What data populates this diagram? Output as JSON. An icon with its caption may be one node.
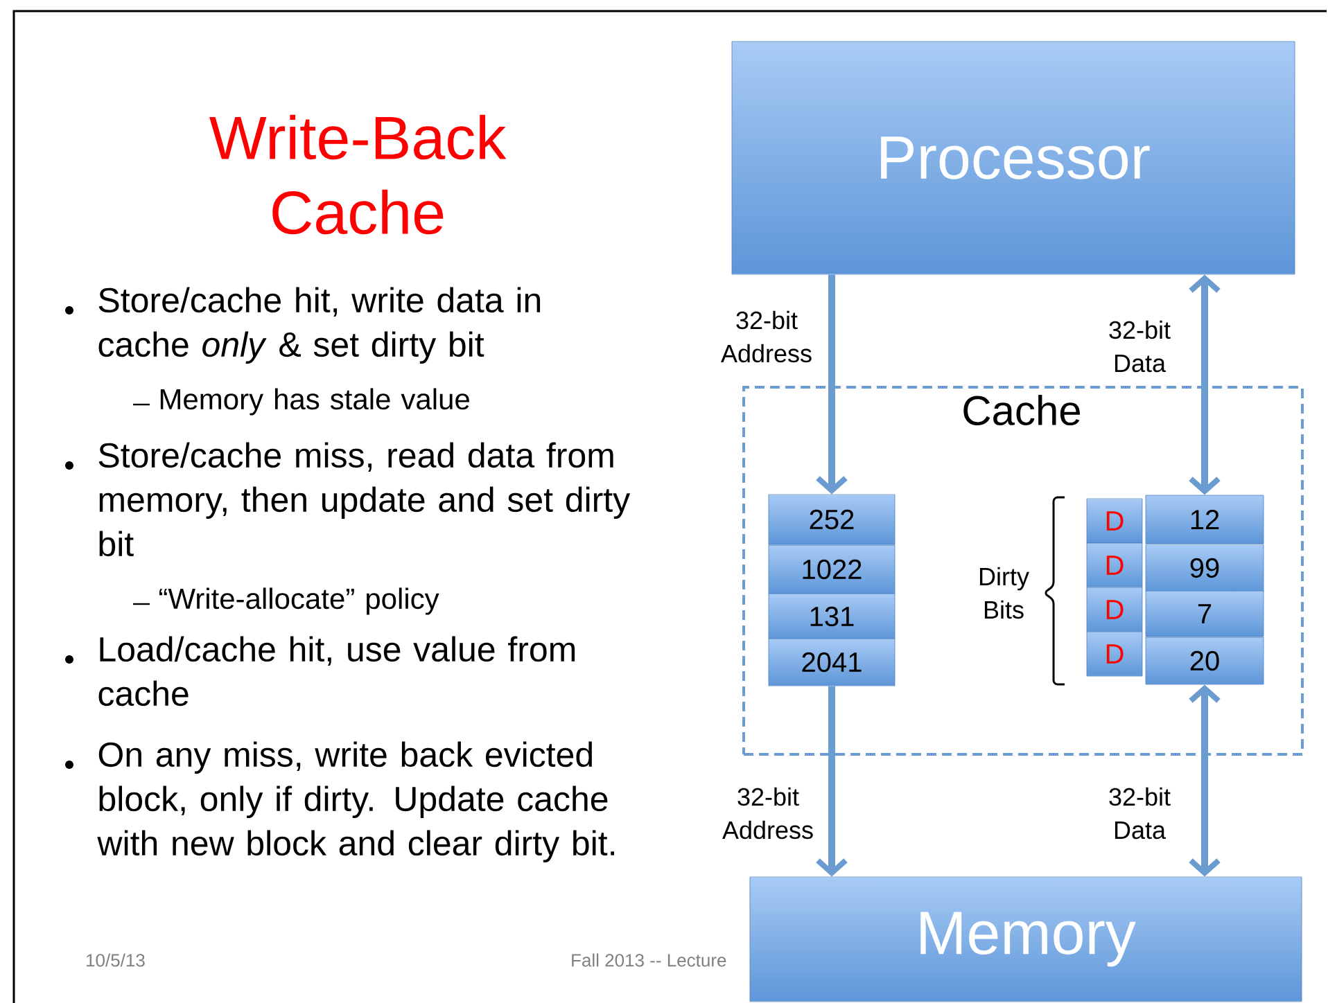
{
  "diagram": {
    "title": "Write-Back Cache",
    "nodes": [
      {
        "text": [
          "Processor"
        ]
      },
      {
        "text": [
          "Cache"
        ]
      },
      {
        "text": [
          "252"
        ],
        "in": 1
      },
      {
        "text": [
          "1022"
        ],
        "in": 1
      },
      {
        "text": [
          "131"
        ],
        "in": 1
      },
      {
        "text": [
          "2041"
        ],
        "in": 1
      },
      {
        "text": [
          "D"
        ],
        "in": 1
      },
      {
        "text": [
          "D"
        ],
        "in": 1
      },
      {
        "text": [
          "D"
        ],
        "in": 1
      },
      {
        "text": [
          "D"
        ],
        "in": 1
      },
      {
        "text": [
          "12"
        ],
        "in": 1
      },
      {
        "text": [
          "99"
        ],
        "in": 1
      },
      {
        "text": [
          "7"
        ],
        "in": 1
      },
      {
        "text": [
          "20"
        ],
        "in": 1
      },
      {
        "text": [
          "Memory"
        ]
      }
    ],
    "edges": [
      {
        "from": 0,
        "to": 2,
        "arrow": "to",
        "label": "32-bit Address"
      },
      {
        "from": 0,
        "to": 10,
        "arrow": "both",
        "label": "32-bit Data"
      },
      {
        "from": 5,
        "to": 14,
        "arrow": "to",
        "label": "32-bit Address"
      },
      {
        "from": 13,
        "to": 14,
        "arrow": "both",
        "label": "32-bit Data"
      }
    ],
    "labels": [
      "Store/cache hit, write data in cache *only* & set dirty bit",
      "Memory has stale value",
      "Store/cache miss, read data from memory, then update and set dirty bit",
      "“Write-allocate” policy",
      "Load/cache hit, use value from cache",
      "On any miss, write back evicted block, only if dirty. Update cache with new block and clear dirty bit.",
      "Dirty Bits",
      "10/5/13",
      "Fall 2013 -- Lecture"
    ]
  }
}
